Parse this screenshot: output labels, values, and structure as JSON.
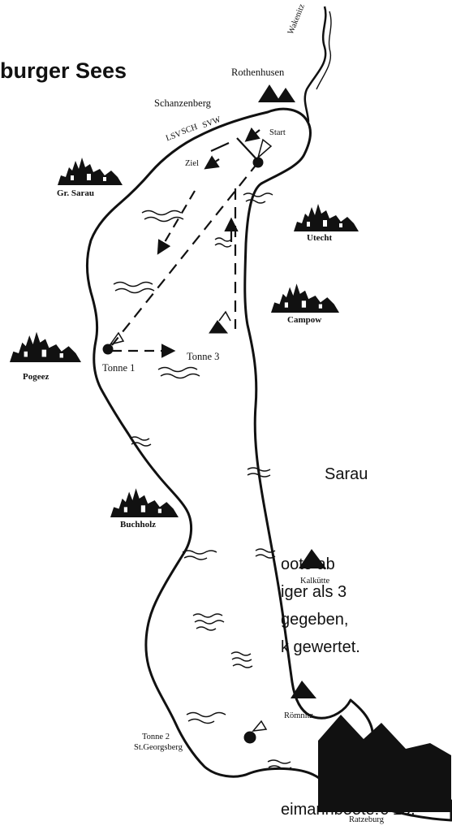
{
  "title": "burger Sees",
  "side_text": {
    "line_sarau": "Sarau",
    "line1": "oote ab",
    "line2": "iger als 3",
    "line3": "gegeben,",
    "line4": "k gewertet.",
    "line5": "eimannboote:€ 15,-"
  },
  "places": {
    "wakenitz": "Wakenitz",
    "rothenhusen": "Rothenhusen",
    "schanzenberg": "Schanzenberg",
    "svw": "SVW",
    "sch": "SCH",
    "lsv": "LSV",
    "start": "Start",
    "ziel": "Ziel",
    "gr_sarau": "Gr. Sarau",
    "utecht": "Utecht",
    "campow": "Campow",
    "pogeez": "Pogeez",
    "tonne1": "Tonne 1",
    "tonne3": "Tonne 3",
    "buchholz": "Buchholz",
    "kalkuette": "Kalkütte",
    "roemnitz": "Römnitz",
    "tonne2": "Tonne 2",
    "st_georgsberg": "St.Georgsberg",
    "ratzeburg": "Ratzeburg"
  },
  "icons": {
    "lake": "lake-outline",
    "village": "village-silhouette",
    "buoy": "buoy-flag",
    "course": "dashed-course-line",
    "wave": "wave-mark",
    "arrow": "direction-arrow"
  },
  "colors": {
    "ink": "#111111",
    "background": "#ffffff"
  }
}
